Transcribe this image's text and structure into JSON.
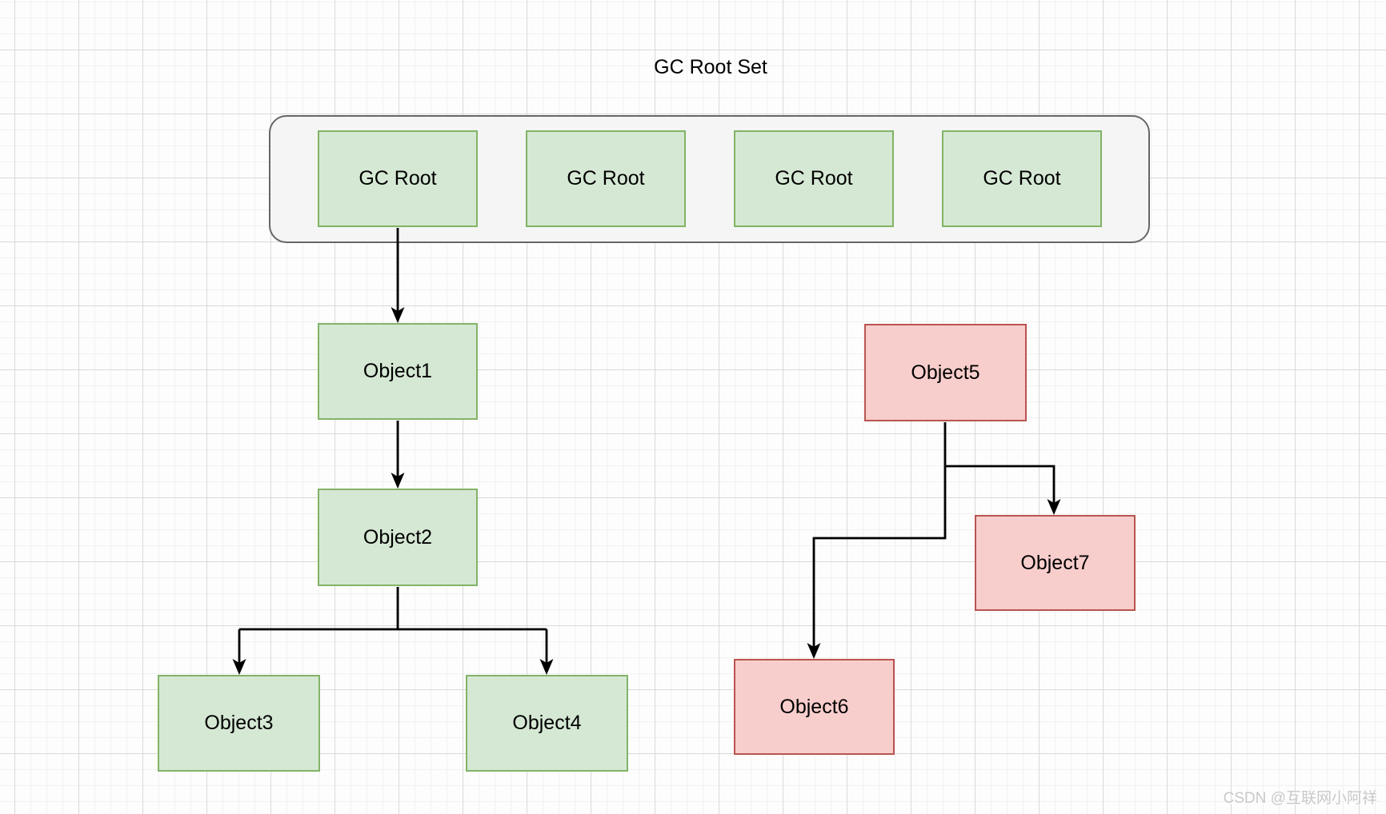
{
  "title": "GC Root Set",
  "watermark": "CSDN @互联网小阿祥",
  "root_set": {
    "roots": [
      {
        "label": "GC Root"
      },
      {
        "label": "GC Root"
      },
      {
        "label": "GC Root"
      },
      {
        "label": "GC Root"
      }
    ]
  },
  "objects": [
    {
      "id": "Object1",
      "label": "Object1",
      "state": "reachable"
    },
    {
      "id": "Object2",
      "label": "Object2",
      "state": "reachable"
    },
    {
      "id": "Object3",
      "label": "Object3",
      "state": "reachable"
    },
    {
      "id": "Object4",
      "label": "Object4",
      "state": "reachable"
    },
    {
      "id": "Object5",
      "label": "Object5",
      "state": "unreachable"
    },
    {
      "id": "Object6",
      "label": "Object6",
      "state": "unreachable"
    },
    {
      "id": "Object7",
      "label": "Object7",
      "state": "unreachable"
    }
  ],
  "edges": [
    {
      "from": "GC Root 1",
      "to": "Object1",
      "arrow": true
    },
    {
      "from": "Object1",
      "to": "Object2",
      "arrow": true
    },
    {
      "from": "Object2",
      "to": "Object3",
      "arrow": true
    },
    {
      "from": "Object2",
      "to": "Object4",
      "arrow": true
    },
    {
      "from": "Object5",
      "to": "Object7",
      "arrow": true
    },
    {
      "from": "Object5",
      "to": "Object6",
      "arrow": true
    }
  ],
  "colors": {
    "reachable_fill": "#d5e8d4",
    "reachable_stroke": "#82b366",
    "unreachable_fill": "#f8cecc",
    "unreachable_stroke": "#b85450",
    "container_fill": "#f5f5f5",
    "container_stroke": "#666666",
    "connector": "#000000",
    "watermark_text": "#c8c8c8"
  }
}
